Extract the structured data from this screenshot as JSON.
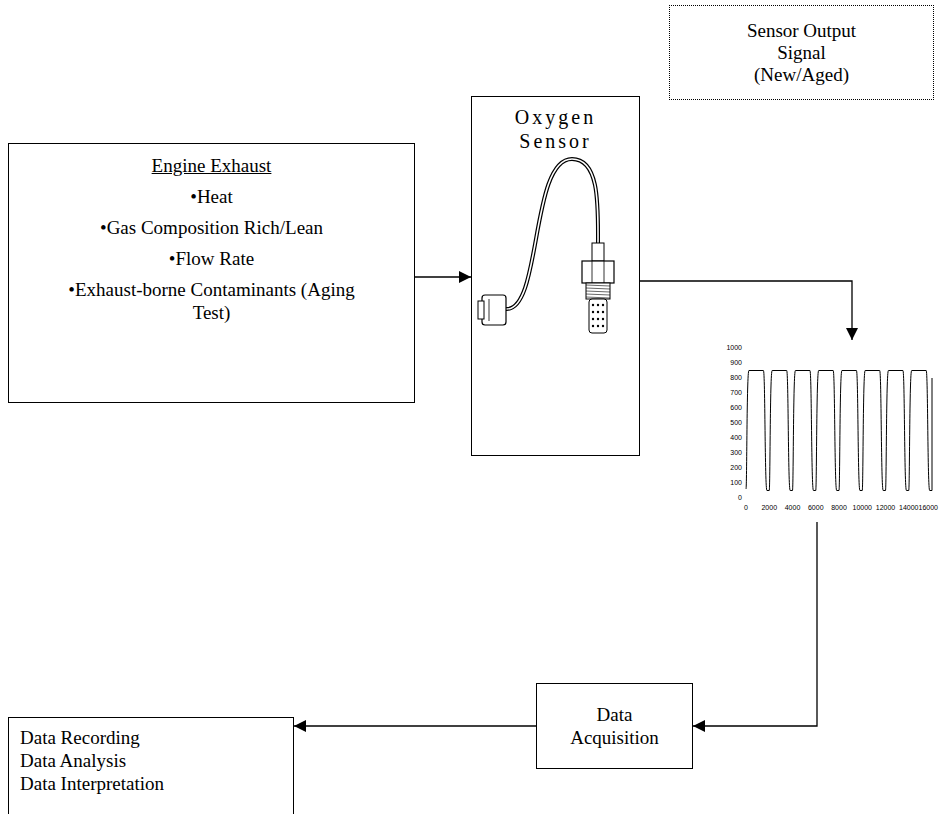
{
  "diagram": {
    "nodes": [
      {
        "text": [
          "Engine Exhaust",
          "•Heat",
          "•Gas Composition Rich/Lean",
          "•Flow Rate",
          "•Exhaust-borne Contaminants (Aging Test)"
        ]
      },
      {
        "text": [
          "Oxygen Sensor"
        ]
      },
      {
        "text": [
          "Sensor Output Signal (New/Aged)"
        ]
      },
      {
        "text": [
          "1000",
          "900",
          "800",
          "700",
          "600",
          "500",
          "400",
          "300",
          "200",
          "100",
          "0",
          "0",
          "2000",
          "4000",
          "6000",
          "8000",
          "10000",
          "12000",
          "14000",
          "16000"
        ]
      },
      {
        "text": [
          "Data Acquisition"
        ]
      },
      {
        "text": [
          "Data Recording",
          "Data Analysis",
          "Data Interpretation"
        ]
      }
    ],
    "edges": [
      {
        "from": 0,
        "to": 1,
        "arrow": "to"
      },
      {
        "from": 1,
        "to": 3,
        "arrow": "to"
      },
      {
        "from": 3,
        "to": 4,
        "arrow": "to"
      },
      {
        "from": 4,
        "to": 5,
        "arrow": "to"
      }
    ]
  }
}
